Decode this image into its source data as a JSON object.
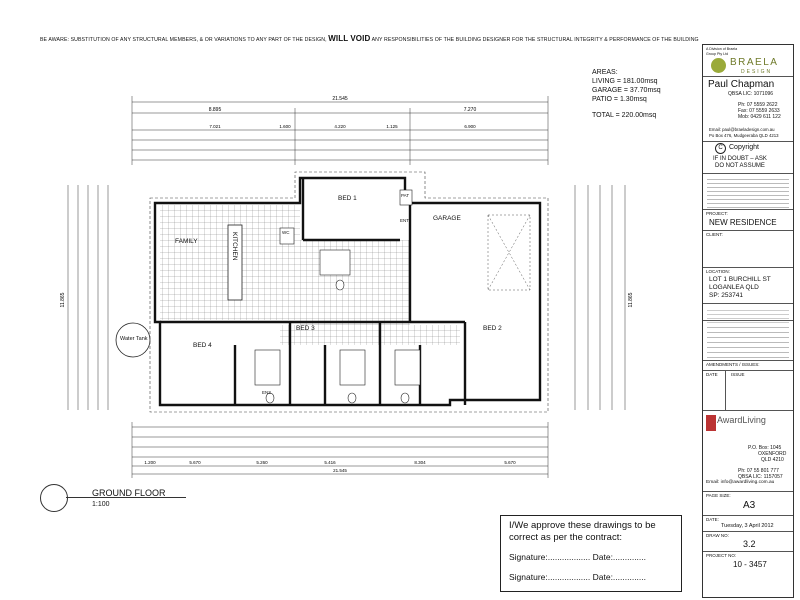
{
  "warning": {
    "pre": "BE AWARE: SUBSTITUTION OF ANY STRUCTURAL MEMBERS, & OR VARIATIONS TO ANY PART OF THE DESIGN,",
    "bold": "WILL VOID",
    "post": "ANY RESPONSIBILITIES OF THE BUILDING DESIGNER FOR THE STRUCTURAL INTEGRITY & PERFORMANCE OF THE BUILDING"
  },
  "areas": {
    "heading": "AREAS:",
    "living": "LIVING = 181.00msq",
    "garage": "GARAGE = 37.70msq",
    "patio": "PATIO = 1.30msq",
    "total": "TOTAL = 220.00msq"
  },
  "title_block": {
    "group_note": "A Division of Braela Group Pty Ltd",
    "brand": "BRAELA",
    "brand_sub": "DESIGN",
    "designer_name": "Paul Chapman",
    "qbsa": "QBSA LIC: 1071096",
    "ph": "Ph: 07 5559 2622",
    "fax": "Fax: 07 5559 2633",
    "mob": "Mob: 0429 611 122",
    "email": "Email: paul@braeladesign.com.au",
    "po_box": "Po Box 476, Mudgeeraba QLD 4213",
    "copyright": "Copyright",
    "doubt1": "IF IN DOUBT – ASK",
    "doubt2": "DO NOT ASSUME",
    "project_label": "PROJECT:",
    "project": "NEW RESIDENCE",
    "client_label": "CLIENT:",
    "location_label": "LOCATION:",
    "location1": "LOT 1 BURCHILL ST",
    "location2": "LOGANLEA  QLD",
    "location3": "SP: 253741",
    "amend_label": "AMENDMENTS / ISSUES:",
    "date_label": "DATE",
    "issue_label": "ISSUE",
    "builder": "AwardLiving",
    "builder_po": "P.O. Box: 1045",
    "builder_city": "OXENFORD",
    "builder_state": "QLD 4210",
    "builder_ph": "Ph: 07 55 801 777",
    "builder_qbsa": "QBSA LIC: 1157057",
    "builder_email": "Email: info@awardliving.com.au",
    "page_size_label": "PAGE SIZE:",
    "page_size": "A3",
    "date_field_label": "DATE:",
    "date_value": "Tuesday, 3 April 2012",
    "drawing_no_label": "DRAW NO:",
    "drawing_no": "3.2",
    "project_no_label": "PROJECT NO:",
    "project_no": "10 - 3457"
  },
  "plan": {
    "title": "GROUND FLOOR",
    "scale": "1:100",
    "rooms": {
      "family": "FAMILY",
      "kitchen": "KITCHEN",
      "bed1": "BED 1",
      "garage": "GARAGE",
      "bed2": "BED 2",
      "bed3": "BED 3",
      "bed4": "BED 4",
      "water_tank": "Water Tank",
      "pat": "PAT",
      "wc": "WC",
      "ens": "ENS",
      "ent": "ENT"
    },
    "dims": {
      "overall": "21.545",
      "top_a": "8.895",
      "top_b": "7.270",
      "row1": [
        "7.021",
        "1.600",
        "4.220",
        "1.125",
        "6.900"
      ],
      "bottom_a": "1.200",
      "bottom_b": "5.670",
      "bottom_c": "5.260",
      "bottom_d": "5.416",
      "bottom_e": "8.304",
      "bottom_f": "5.670",
      "left_total": "11.865",
      "right_total": "11.865"
    }
  },
  "approval": {
    "line1": "I/We approve these drawings to be",
    "line2": "correct as per the contract:",
    "sig_line": "Signature:.................. Date:.............."
  }
}
